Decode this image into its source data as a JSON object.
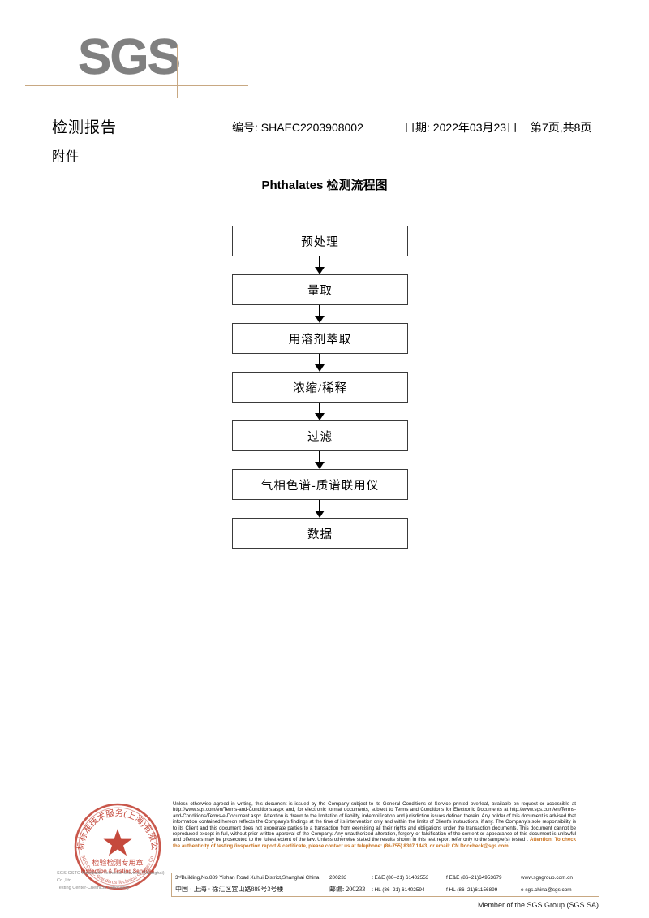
{
  "logo": {
    "text": "SGS"
  },
  "header": {
    "title": "检测报告",
    "attachment_label": "附件",
    "report_no": "编号: SHAEC2203908002",
    "date": "日期: 2022年03月23日",
    "page": "第7页,共8页"
  },
  "flowchart": {
    "title": "Phthalates 检测流程图",
    "steps": [
      {
        "label": "预处理"
      },
      {
        "label": "量取"
      },
      {
        "label": "用溶剂萃取"
      },
      {
        "label": "浓缩/稀释"
      },
      {
        "label": "过滤"
      },
      {
        "label": "气相色谱-质谱联用仪"
      },
      {
        "label": "数据"
      }
    ]
  },
  "stamp": {
    "outer_text": "通标标准技术服务(上海)有限公司",
    "line_cn": "检验检测专用章",
    "line_en": "Inspection & Testing Services",
    "color": "#c0392b"
  },
  "lab_name": {
    "line1": "SGS-CSTC Standards Technical Services (Shanghai) Co.,Ltd.",
    "line2": "Testing Center-Chemical Laboratory"
  },
  "footer": {
    "fineprint": "Unless otherwise agreed in writing, this document is issued by the Company subject to its General Conditions of Service printed overleaf, available on request or accessible at http://www.sgs.com/en/Terms-and-Conditions.aspx and, for electronic format documents, subject to Terms and Conditions for Electronic Documents at http://www.sgs.com/en/Terms-and-Conditions/Terms-e-Document.aspx. Attention is drawn to the limitation of liability, indemnification and jurisdiction issues defined therein. Any holder of this document is advised that information contained hereon reflects the Company's findings at the time of its intervention only and within the limits of Client's instructions, if any. The Company's sole responsibility is to its Client and this document does not exonerate parties to a transaction from exercising all their rights and obligations under the transaction documents. This document cannot be reproduced except in full, without prior written approval of the Company. Any unauthorized alteration, forgery or falsification of the content or appearance of this document is unlawful and offenders may be prosecuted to the fullest extent of the law. Unless otherwise stated the results shown in this test report refer only to the sample(s) tested .",
    "attention": "Attention: To check the authenticity of testing /inspection report & certificate, please contact us at telephone: (86-755) 8307 1443, or email: CN.Doccheck@sgs.com",
    "attention_color": "#c8711e",
    "address": {
      "en_line": "3ʳᵈBuilding,No.889 Yishan Road Xuhui District,Shanghai China",
      "cn_line": "中国 · 上海 · 徐汇区宜山路889号3号楼",
      "postcode_en": "200233",
      "postcode_cn": "邮编: 200233",
      "tel_ee": "t E&E (86–21) 61402553",
      "fax_ee": "f E&E (86–21)64953679",
      "tel_hl": "t HL (86–21) 61402594",
      "fax_hl": "f HL (86–21)61156899",
      "website": "www.sgsgroup.com.cn",
      "email": "e  sgs.china@sgs.com"
    },
    "member": "Member of the SGS Group (SGS SA)"
  }
}
